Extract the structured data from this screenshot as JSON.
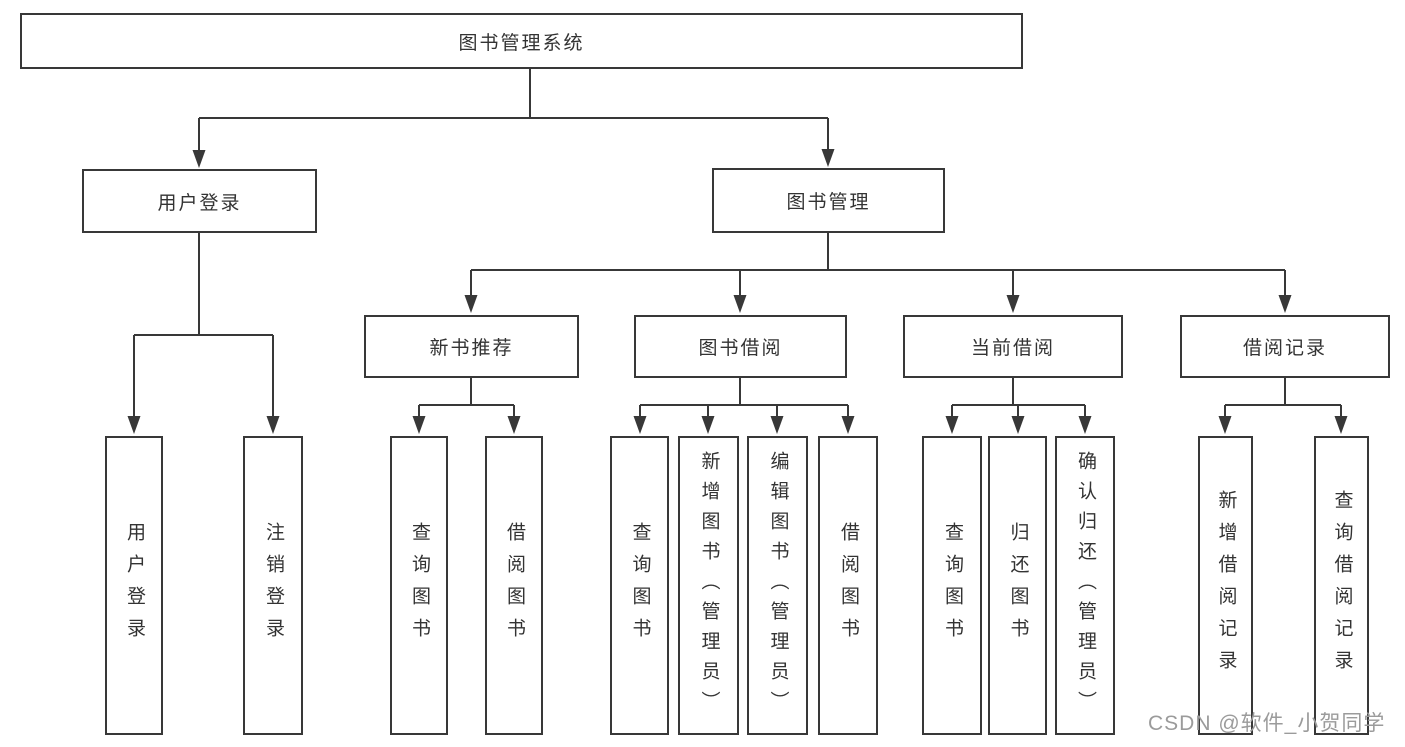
{
  "diagram": {
    "type": "hierarchy",
    "colors": {
      "line": "#383838",
      "box_border": "#383838",
      "text": "#333333",
      "background": "#ffffff",
      "watermark": "#9b9b9b"
    },
    "tree": {
      "label": "图书管理系统",
      "children": [
        {
          "label": "用户登录",
          "children": [
            {
              "label": "用户登录"
            },
            {
              "label": "注销登录"
            }
          ]
        },
        {
          "label": "图书管理",
          "children": [
            {
              "label": "新书推荐",
              "children": [
                {
                  "label": "查询图书"
                },
                {
                  "label": "借阅图书"
                }
              ]
            },
            {
              "label": "图书借阅",
              "children": [
                {
                  "label": "查询图书"
                },
                {
                  "label": "新增图书（管理员）"
                },
                {
                  "label": "编辑图书（管理员）"
                },
                {
                  "label": "借阅图书"
                }
              ]
            },
            {
              "label": "当前借阅",
              "children": [
                {
                  "label": "查询图书"
                },
                {
                  "label": "归还图书"
                },
                {
                  "label": "确认归还（管理员）"
                }
              ]
            },
            {
              "label": "借阅记录",
              "children": [
                {
                  "label": "新增借阅记录"
                },
                {
                  "label": "查询借阅记录"
                }
              ]
            }
          ]
        }
      ]
    },
    "watermark": "CSDN @软件_小贺同学"
  }
}
